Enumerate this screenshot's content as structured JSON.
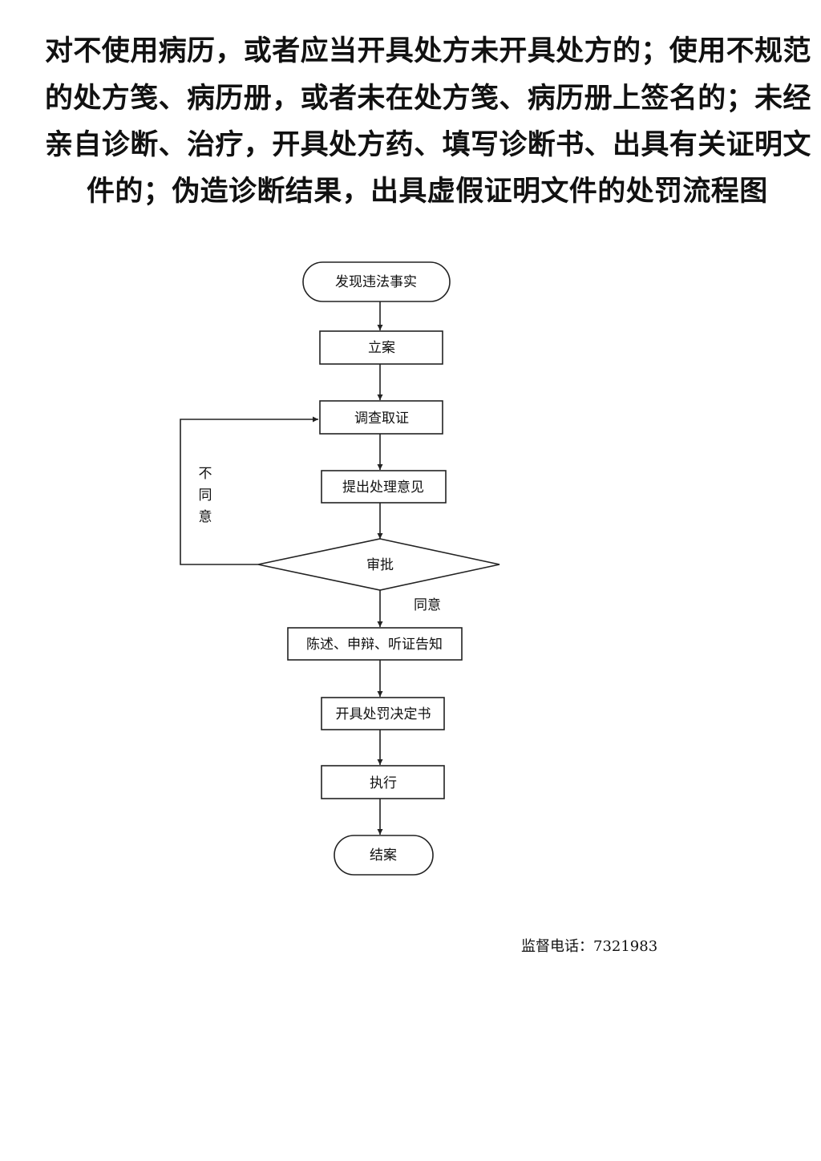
{
  "title": {
    "line1": "对不使用病历，或者应当开具处方未开具处方的；使用不规范",
    "line2": "的处方笺、病历册，或者未在处方笺、病历册上签名的；未经",
    "line3": "亲自诊断、治疗，开具处方药、填写诊断书、出具有关证明文",
    "line4": "件的；伪造诊断结果，出具虚假证明文件的处罚流程图"
  },
  "flowchart": {
    "nodes": {
      "start": "发现违法事实",
      "file_case": "立案",
      "investigate": "调查取证",
      "propose": "提出处理意见",
      "approve": "审批",
      "notify": "陈述、申辩、听证告知",
      "decision": "开具处罚决定书",
      "execute": "执行",
      "close": "结案"
    },
    "edge_labels": {
      "disagree_1": "不",
      "disagree_2": "同",
      "disagree_3": "意",
      "agree": "同意"
    }
  },
  "footer": {
    "supervision_phone": "监督电话：7321983"
  }
}
